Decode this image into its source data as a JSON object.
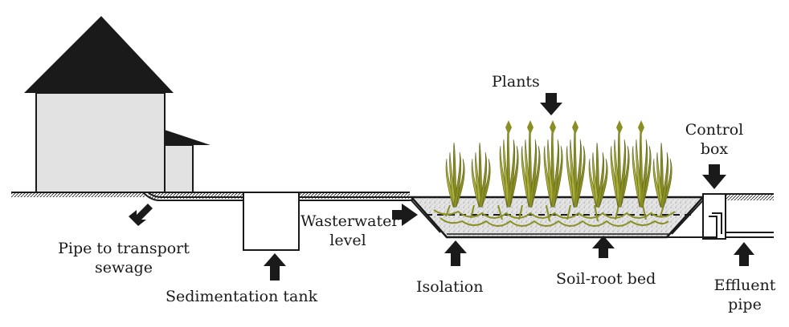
{
  "labels": {
    "plants": "Plants",
    "control_box_line1": "Control",
    "control_box_line2": "box",
    "wastewater_line1": "Wasterwater",
    "wastewater_line2": "level",
    "pipe_line1": "Pipe to transport",
    "pipe_line2": "sewage",
    "sedimentation": "Sedimentation tank",
    "isolation": "Isolation",
    "soil_root": "Soil-root bed",
    "effluent_line1": "Effluent",
    "effluent_line2": "pipe"
  },
  "colors": {
    "ink": "#1a1a1a",
    "house_wall": "#e2e2e2",
    "roof": "#1a1a1a",
    "plant": "#8a8f24",
    "plant_light": "#a9ad3a",
    "gravel": "#d8d8d8"
  },
  "icons": {
    "arrow": "block-arrow-icon",
    "house": "house-icon",
    "plant": "reed-plant-icon"
  }
}
